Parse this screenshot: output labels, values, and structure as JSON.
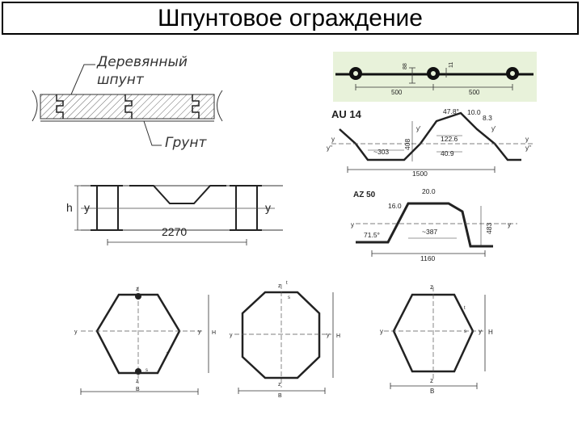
{
  "title": "Шпунтовое ограждение",
  "wood_sheet": {
    "label_top_1": "Деревянный",
    "label_top_2": "шпунт",
    "label_bottom": "Грунт"
  },
  "interlock_photo": {
    "dim_88": "88",
    "dim_11": "11",
    "dim_500_left": "500",
    "dim_500_right": "500"
  },
  "au14": {
    "name": "AU 14",
    "angle": "47.8°",
    "dim_10": "10.0",
    "dim_83": "8.3",
    "dim_408": "408",
    "dim_1226": "122.6",
    "dim_409": "40.9",
    "dim_303": "~303",
    "dim_1500": "1500",
    "axis_y": "y",
    "axis_y1": "y'",
    "axis_y2": "y''"
  },
  "az50": {
    "name": "AZ 50",
    "dim_200": "20.0",
    "dim_160": "16.0",
    "angle": "71.5°",
    "dim_387": "~387",
    "dim_483": "483",
    "dim_1160": "1160",
    "axis_y": "y"
  },
  "combined_wall": {
    "h_label": "h",
    "y_left": "y",
    "y_right": "y",
    "dim_2270": "2270"
  },
  "box_piles": {
    "hex1": {
      "z_top": "z",
      "z_bot": "z",
      "y_left": "y",
      "y_right": "y",
      "dim_b": "B",
      "dim_h": "H",
      "t": "t",
      "s": "s"
    },
    "oct": {
      "z_top": "z",
      "z_bot": "z",
      "y_left": "y",
      "y_right": "y",
      "dim_b": "B",
      "dim_h": "H",
      "t": "t",
      "s": "s"
    },
    "hex2": {
      "z_top": "z",
      "z_bot": "z",
      "y_left": "y",
      "y_right": "y",
      "dim_b": "B",
      "dim_h": "H",
      "t": "t",
      "s": "s"
    }
  },
  "colors": {
    "photo_bg": "#e8f2da",
    "line": "#222222",
    "hatch": "#555555"
  }
}
